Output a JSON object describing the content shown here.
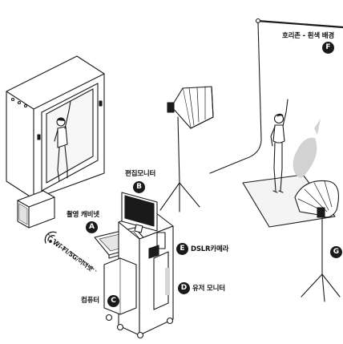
{
  "labels": {
    "horizon_backdrop": "호리존 - 흰색 배경",
    "editing_monitor": "편집모니터",
    "shooting_cabinet": "촬영 캐비넷",
    "dslr_camera": "DSLR카메라",
    "user_monitor": "유저 모니터",
    "computer": "컴퓨터",
    "wifi_connection": "Wi-Fi/5G/이더넷"
  },
  "badges": {
    "a": "A",
    "b": "B",
    "c": "C",
    "d": "D",
    "e": "E",
    "f": "F",
    "g": "G"
  },
  "colors": {
    "line": "#1a1a1a",
    "badge": "#1a1a1a",
    "shadow": "#cfcfcf",
    "floor": "#f4f4f4"
  }
}
